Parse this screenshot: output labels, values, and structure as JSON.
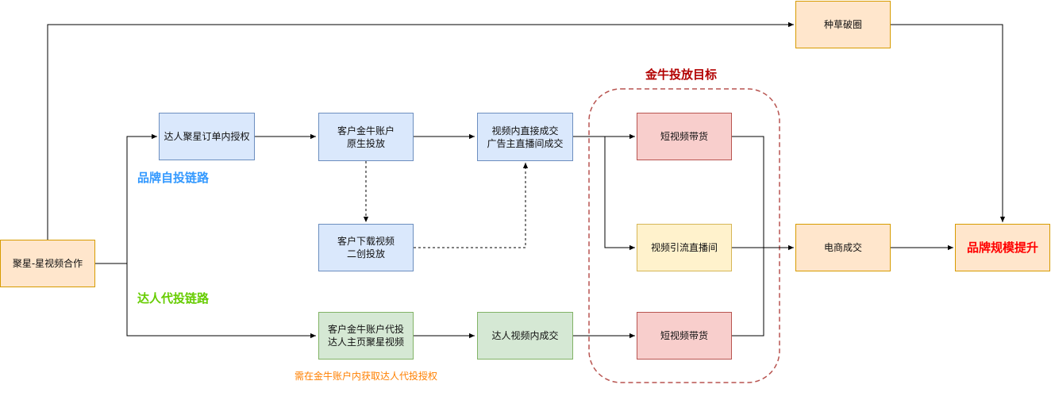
{
  "nodes": {
    "source": "聚星-星视频合作",
    "seed": "种草破圈",
    "authorize": "达人聚星订单内授权",
    "native": "客户金牛账户\n原生投放",
    "download": "客户下载视频\n二创投放",
    "direct_deal": "视频内直接成交\n广告主直播间成交",
    "proxy": "客户金牛账户代投\n达人主页聚星视频",
    "kol_deal": "达人视频内成交",
    "short1": "短视频带货",
    "live": "视频引流直播间",
    "short2": "短视频带货",
    "ecom": "电商成交",
    "brand": "品牌规模提升"
  },
  "labels": {
    "brand_chain": "品牌自投链路",
    "kol_chain": "达人代投链路",
    "goal": "金牛投放目标",
    "note": "需在金牛账户内获取达人代投授权"
  },
  "colors": {
    "brand_chain": "#3399ff",
    "kol_chain": "#66cc00",
    "goal": "#b20000",
    "note": "#ff8000",
    "final": "#ff0000",
    "goal_border": "#b85450"
  }
}
